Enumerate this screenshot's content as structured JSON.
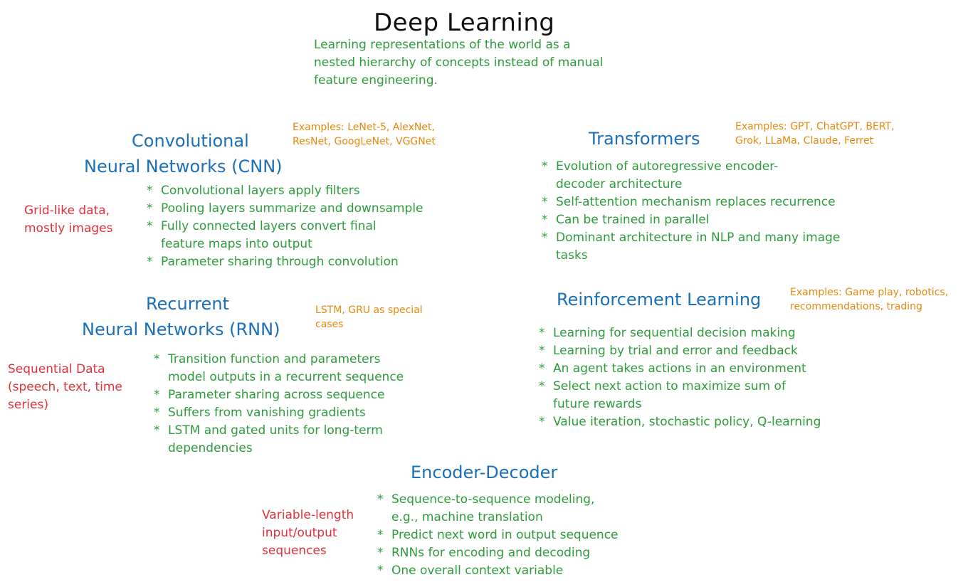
{
  "title": "Deep Learning",
  "subtitle": "Learning representations of the world as a\nnested hierarchy of concepts instead of manual\nfeature engineering.",
  "cnn": {
    "heading_line1": "Convolutional",
    "heading_line2": "Neural Networks (CNN)",
    "examples": "Examples: LeNet-5, AlexNet,\nResNet, GoogLeNet, VGGNet",
    "data_type": "Grid-like data,\nmostly images",
    "bullets": [
      "Convolutional layers apply filters",
      "Pooling layers summarize and downsample",
      "Fully connected layers convert final\nfeature maps into output",
      "Parameter sharing through convolution"
    ]
  },
  "transformers": {
    "heading": "Transformers",
    "examples": "Examples: GPT, ChatGPT, BERT,\nGrok, LLaMa, Claude, Ferret",
    "bullets": [
      "Evolution of autoregressive encoder-\ndecoder architecture",
      "Self-attention mechanism replaces recurrence",
      "Can be trained in parallel",
      "Dominant architecture in NLP and many image\ntasks"
    ]
  },
  "rnn": {
    "heading_line1": "Recurrent",
    "heading_line2": "Neural Networks (RNN)",
    "examples": "LSTM, GRU as special\ncases",
    "data_type": "Sequential Data\n(speech, text, time\nseries)",
    "bullets": [
      "Transition function and parameters\nmodel outputs in a recurrent sequence",
      "Parameter sharing across sequence",
      "Suffers from vanishing gradients",
      "LSTM and gated units for long-term\ndependencies"
    ]
  },
  "rl": {
    "heading": "Reinforcement Learning",
    "examples": "Examples: Game play, robotics,\nrecommendations, trading",
    "bullets": [
      "Learning for sequential decision making",
      "Learning by trial and error and feedback",
      "An agent takes actions in an environment",
      "Select next action to maximize sum of\nfuture rewards",
      "Value iteration, stochastic policy, Q-learning"
    ]
  },
  "encdec": {
    "heading": "Encoder-Decoder",
    "data_type": "Variable-length\ninput/output\nsequences",
    "bullets": [
      "Sequence-to-sequence modeling,\ne.g., machine translation",
      "Predict next word in output sequence",
      "RNNs for encoding and decoding",
      "One overall context variable"
    ]
  },
  "colors": {
    "title": "#111111",
    "heading": "#1b6fb8",
    "bullets": "#2e9b3c",
    "examples": "#e8880c",
    "data_type": "#e03138"
  }
}
